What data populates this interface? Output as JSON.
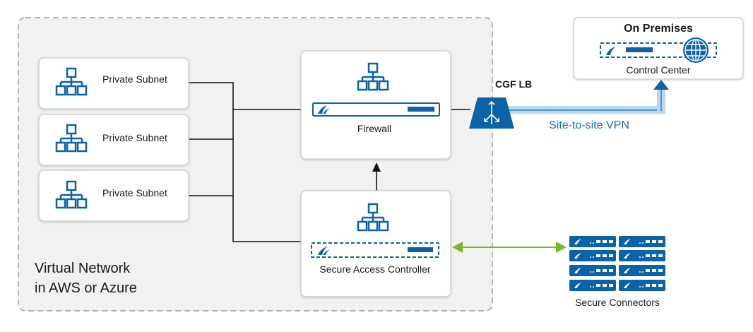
{
  "vnet": {
    "line1": "Virtual Network",
    "line2": "in AWS or Azure"
  },
  "subnets": [
    {
      "label": "Private Subnet"
    },
    {
      "label": "Private Subnet"
    },
    {
      "label": "Private Subnet"
    }
  ],
  "firewall": {
    "label": "Firewall"
  },
  "sac": {
    "label": "Secure Access Controller"
  },
  "cgf_lb": {
    "label": "CGF LB"
  },
  "vpn": {
    "label": "Site-to-site VPN"
  },
  "on_premises": {
    "title": "On Premises",
    "control_center": "Control Center"
  },
  "connectors": {
    "label": "Secure Connectors"
  },
  "colors": {
    "accent": "#0a62a8",
    "vpn_text": "#1a72b8",
    "green": "#7ab829",
    "dash_border": "#9a9a9a"
  }
}
